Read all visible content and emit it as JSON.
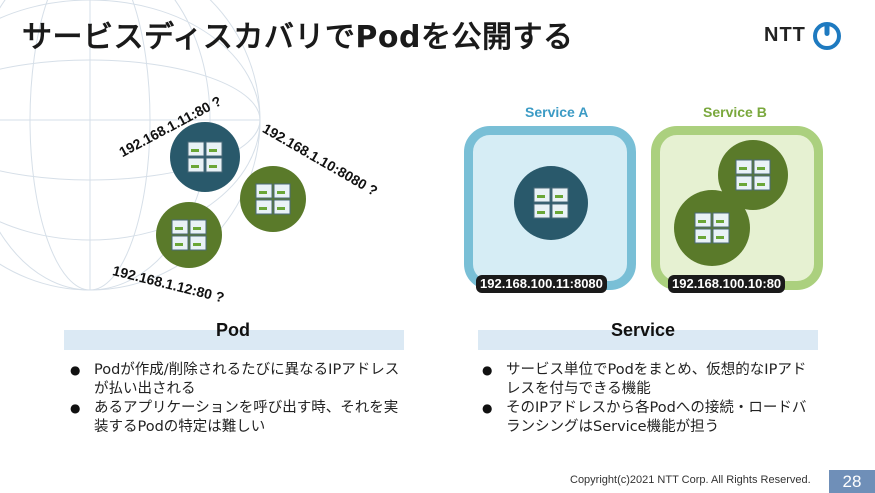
{
  "slide": {
    "title": "サービスディスカバリでPodを公開する",
    "logo_text": "NTT",
    "left_ips": {
      "ip1": "192.168.1.11:80 ?",
      "ip2": "192.168.1.10:8080 ?",
      "ip3": "192.168.1.12:80 ?"
    },
    "services": {
      "a_label": "Service A",
      "b_label": "Service B",
      "a_ip": "192.168.100.11:8080",
      "b_ip": "192.168.100.10:80"
    },
    "pod_section": {
      "title": "Pod",
      "bullets": [
        "Podが作成/削除されるたびに異なるIPアドレスが払い出される",
        "あるアプリケーションを呼び出す時、それを実装するPodの特定は難しい"
      ]
    },
    "service_section": {
      "title": "Service",
      "bullets": [
        "サービス単位でPodをまとめ、仮想的なIPアドレスを付与できる機能",
        "そのIPアドレスから各Podへの接続・ロードバランシングはService機能が担う"
      ]
    },
    "copyright": "Copyright(c)2021 NTT Corp. All Rights Reserved.",
    "page_number": "28"
  },
  "colors": {
    "pod_blue": "#29596b",
    "pod_green": "#5a7a2a",
    "service_a_border": "#79bfd6",
    "service_b_border": "#abd07e",
    "section_bar": "#dbe9f4",
    "page_badge": "#6f8fb8"
  },
  "icons": {
    "pod_contents": "container-cubes-icon",
    "logo": "ntt-logo-icon"
  }
}
